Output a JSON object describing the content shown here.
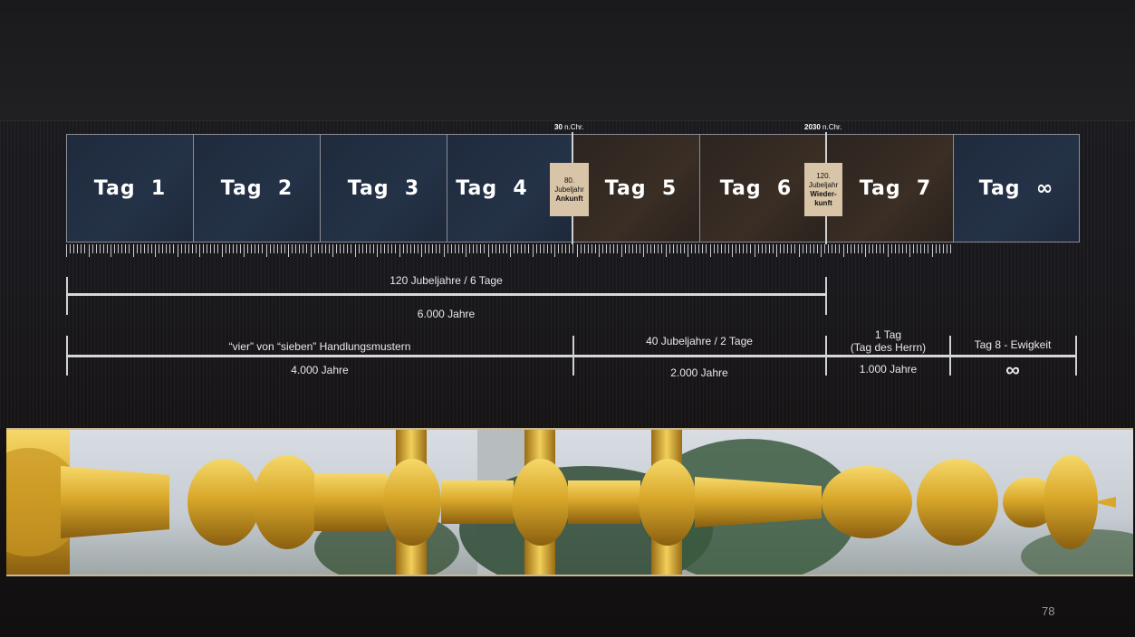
{
  "days": [
    {
      "label": "Tag  1"
    },
    {
      "label": "Tag  2"
    },
    {
      "label": "Tag  3"
    },
    {
      "label": "Tag  4"
    },
    {
      "label": "Tag  5"
    },
    {
      "label": "Tag  6"
    },
    {
      "label": "Tag  7"
    },
    {
      "label": "Tag  ∞"
    }
  ],
  "era_markers": [
    {
      "year": "30",
      "suffix": " n.Chr."
    },
    {
      "year": "2030",
      "suffix": " n.Chr."
    }
  ],
  "jubilee_boxes": [
    {
      "line1": "80.",
      "line2": "Jubeljahr",
      "line3": "Ankunft"
    },
    {
      "line1": "120.",
      "line2": "Jubeljahr",
      "line3": "Wieder-",
      "line4": "kunft"
    }
  ],
  "spans": {
    "total": {
      "top": "120 Jubeljahre / 6 Tage",
      "bottom": "6.000 Jahre"
    },
    "four": {
      "top": "“vier” von  “sieben” Handlungsmustern",
      "bottom": "4.000 Jahre"
    },
    "two": {
      "top": "40 Jubeljahre / 2 Tage",
      "bottom": "2.000 Jahre"
    },
    "one": {
      "top1": "1 Tag",
      "top2": "(Tag des Herrn)",
      "bottom": "1.000 Jahre"
    },
    "eternity": {
      "top": "Tag 8 - Ewigkeit",
      "bottom": "∞"
    }
  },
  "page_number": "78",
  "colors": {
    "blue_day": "#243247",
    "brown_day": "#3a2e25",
    "gold": "#d4a62a",
    "box": "#d8c4a6"
  }
}
